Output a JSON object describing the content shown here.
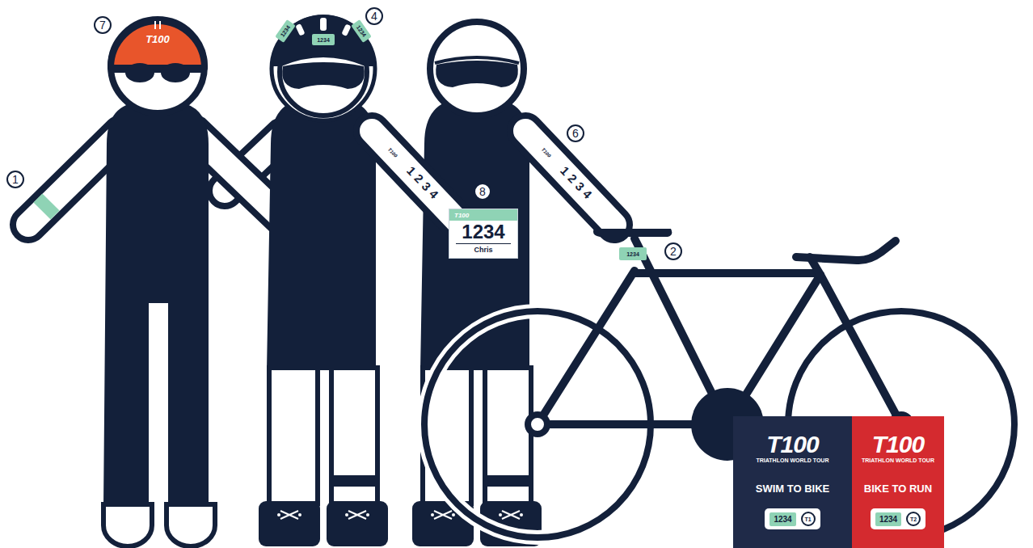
{
  "diagram": {
    "nodes": [
      {
        "text": [
          "T100",
          "1234",
          "Chris"
        ]
      },
      {
        "text": [
          "T100",
          "TRIATHLON WORLD TOUR",
          "SWIM TO BIKE",
          "1234",
          "T1"
        ]
      },
      {
        "text": [
          "T100",
          "TRIATHLON WORLD TOUR",
          "BIKE TO RUN",
          "1234",
          "T2"
        ]
      }
    ],
    "labels": [
      "1",
      "7",
      "4",
      "6",
      "8",
      "2",
      "T100",
      "1234",
      "1234",
      "1234",
      "T100",
      "1234",
      "T100",
      "1234",
      "1234"
    ]
  }
}
